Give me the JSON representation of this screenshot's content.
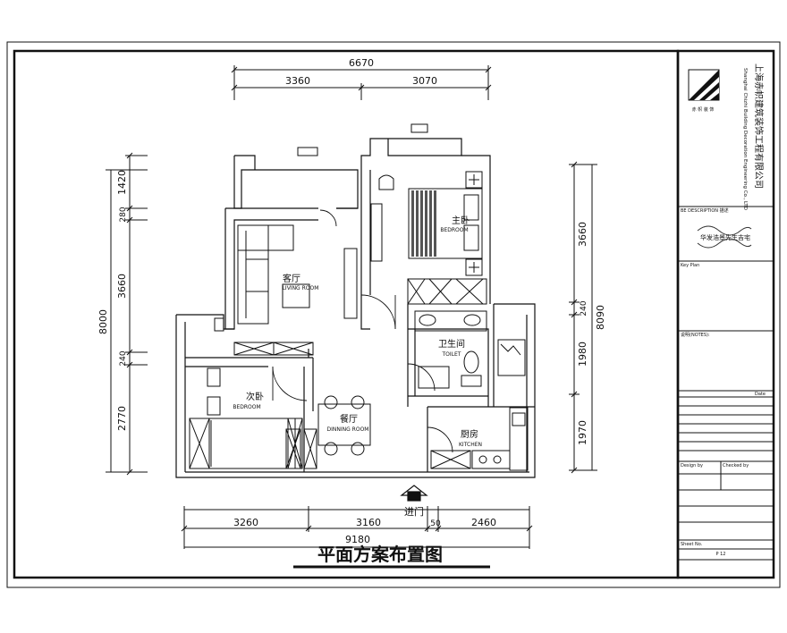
{
  "drawing": {
    "title": "平面方案布置图",
    "entrance_label": "进门"
  },
  "dimensions": {
    "top_total": "6670",
    "top_left": "3360",
    "top_right": "3070",
    "bottom_total": "9180",
    "bottom_a": "3260",
    "bottom_b": "3160",
    "bottom_c": "50",
    "bottom_d": "2460",
    "left_total": "8000",
    "left_a": "1420",
    "left_b": "280",
    "left_c": "3660",
    "left_d": "240",
    "left_e": "2770",
    "right_total": "8090",
    "right_a": "3660",
    "right_b": "240",
    "right_c": "1980",
    "right_d": "1970"
  },
  "rooms": {
    "master_bedroom_cn": "主卧",
    "master_bedroom_en": "BEDROOM",
    "living_room_cn": "客厅",
    "living_room_en": "LIVING ROOM",
    "toilet_cn": "卫生间",
    "toilet_en": "TOILET",
    "second_bedroom_cn": "次卧",
    "second_bedroom_en": "BEDROOM",
    "dining_cn": "餐厅",
    "dining_en": "DINNING ROOM",
    "kitchen_cn": "厨房",
    "kitchen_en": "KITCHEN"
  },
  "title_block": {
    "company": "上海赤帜建筑装饰工程有限公司",
    "company_en": "Shanghai Chizhi Building Decoration Engineering Co., LTD",
    "logo_caption": "赤 帜 装 饰",
    "section_description": "BE DESCRIPTION 描述",
    "project_name": "华发浩景先生吉宅",
    "key_plan": "Key Plan",
    "notes_header": "说明(NOTES):",
    "date_label": "Date",
    "design_label": "Design by",
    "checked_label": "Checked by",
    "drawing_no_label": "Sheet No.",
    "sheet_value": "P 12"
  },
  "colors": {
    "line": "#111111",
    "wood": "#555555",
    "watermark": "#d9d9d9"
  }
}
